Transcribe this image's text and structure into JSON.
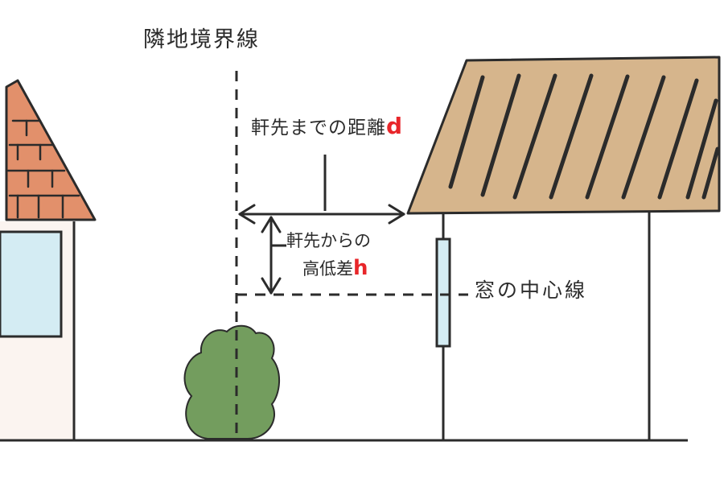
{
  "labels": {
    "boundary_line": "隣地境界線",
    "eave_distance": "軒先までの距離",
    "eave_distance_var": "d",
    "height_diff_line1": "軒先からの",
    "height_diff_line2": "高低差",
    "height_diff_var": "h",
    "window_center_line": "窓の中心線"
  },
  "colors": {
    "ink": "#2b2b2b",
    "variable_red": "#e8262a",
    "left_roof": "#e2906b",
    "right_roof": "#d6b58c",
    "window_glass": "#d4ecf3",
    "left_wall": "#fbf4f0",
    "shrub": "#739d5e"
  }
}
